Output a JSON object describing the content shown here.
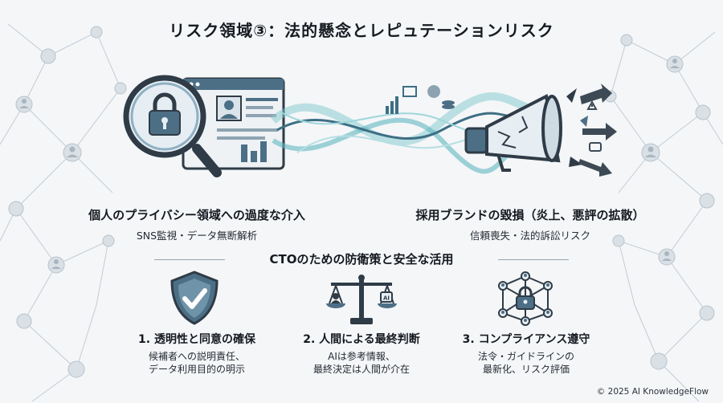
{
  "title": "リスク領域③：法的懸念とレピュテーションリスク",
  "risks": {
    "left": {
      "heading": "個人のプライバシー領域への過度な介入",
      "sub": "SNS監視・データ無断解析"
    },
    "right": {
      "heading": "採用ブランドの毀損（炎上、悪評の拡散）",
      "sub": "信頼喪失・法的訴訟リスク"
    }
  },
  "section_title": "CTOのための防衛策と安全な活用",
  "measures": [
    {
      "title": "1. 透明性と同意の確保",
      "line1": "候補者への説明責任、",
      "line2": "データ利用目的の明示"
    },
    {
      "title": "2. 人間による最終判断",
      "line1": "AIは参考情報、",
      "line2": "最終決定は人間が介在"
    },
    {
      "title": "3. コンプライアンス遵守",
      "line1": "法令・ガイドラインの",
      "line2": "最新化、リスク評価"
    }
  ],
  "icons": {
    "magnifier": "magnifier-lock-icon",
    "profile": "profile-document-icon",
    "megaphone": "broken-megaphone-icon",
    "shield": "shield-check-icon",
    "scale": "justice-scale-icon",
    "network": "network-lock-icon"
  },
  "scale_chip_label": "AI",
  "copyright": "© 2025 AI KnowledgeFlow",
  "colors": {
    "slate": "#4c6f86",
    "teal": "#5fb7c0",
    "text": "#151a20",
    "background": "#f4f6f8"
  }
}
